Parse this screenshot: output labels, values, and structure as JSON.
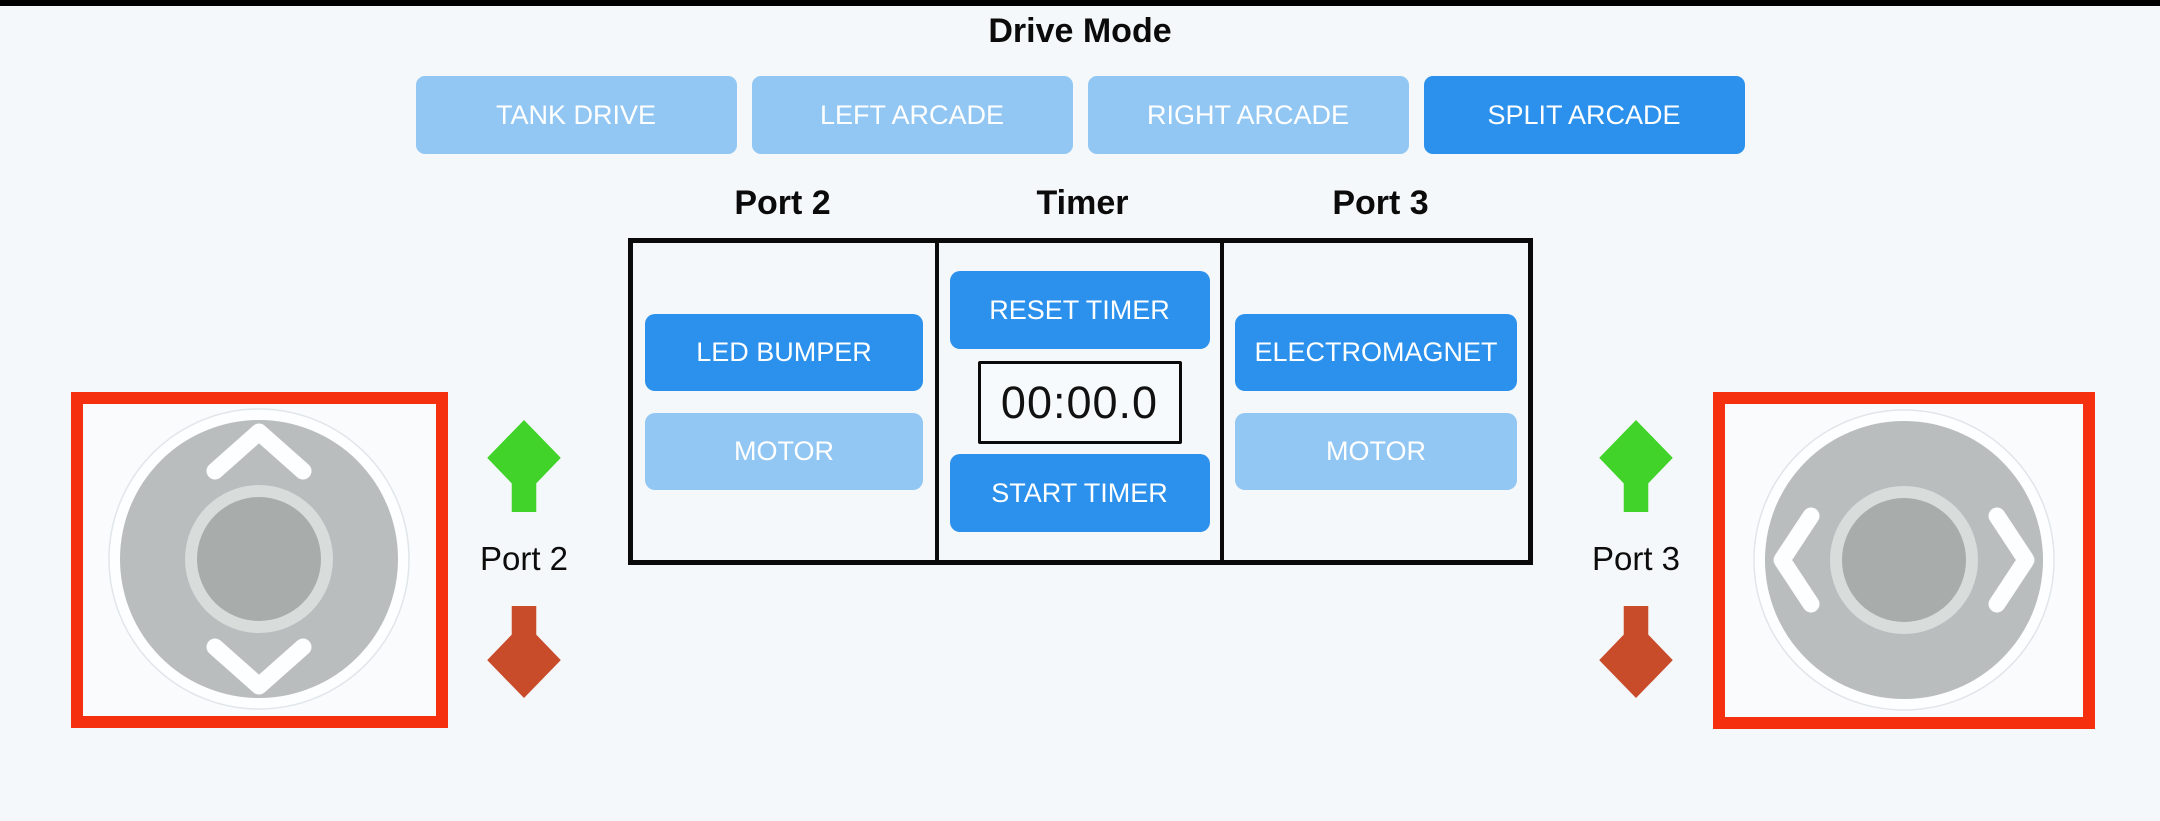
{
  "colors": {
    "background": "#f4f8fa",
    "top_bar": "#000000",
    "button_active": "#2b91ec",
    "button_inactive": "#93c7f3",
    "button_text": "#ffffff",
    "table_border": "#0a0a0a",
    "joystick_frame_red": "#f5300f",
    "joystick_base_gray": "#b9bdbe",
    "joystick_ring_gray": "#d8dcdb",
    "joystick_knob_gray": "#a8acab",
    "arrow_up_green": "#41d32a",
    "arrow_down_red": "#c94c2a"
  },
  "drive_mode": {
    "title": "Drive Mode",
    "buttons": [
      {
        "label": "TANK DRIVE",
        "active": false
      },
      {
        "label": "LEFT ARCADE",
        "active": false
      },
      {
        "label": "RIGHT ARCADE",
        "active": false
      },
      {
        "label": "SPLIT ARCADE",
        "active": true
      }
    ]
  },
  "control_table": {
    "headers": [
      "Port 2",
      "Timer",
      "Port 3"
    ],
    "port2_column": {
      "buttons": [
        {
          "label": "LED BUMPER",
          "active": true
        },
        {
          "label": "MOTOR",
          "active": false
        }
      ]
    },
    "timer_column": {
      "reset_button": "RESET TIMER",
      "display_value": "00:00.0",
      "start_button": "START TIMER"
    },
    "port3_column": {
      "buttons": [
        {
          "label": "ELECTROMAGNET",
          "active": true
        },
        {
          "label": "MOTOR",
          "active": false
        }
      ]
    }
  },
  "left_joystick": {
    "port_label": "Port 2",
    "axis": "vertical"
  },
  "right_joystick": {
    "port_label": "Port 3",
    "axis": "horizontal"
  }
}
